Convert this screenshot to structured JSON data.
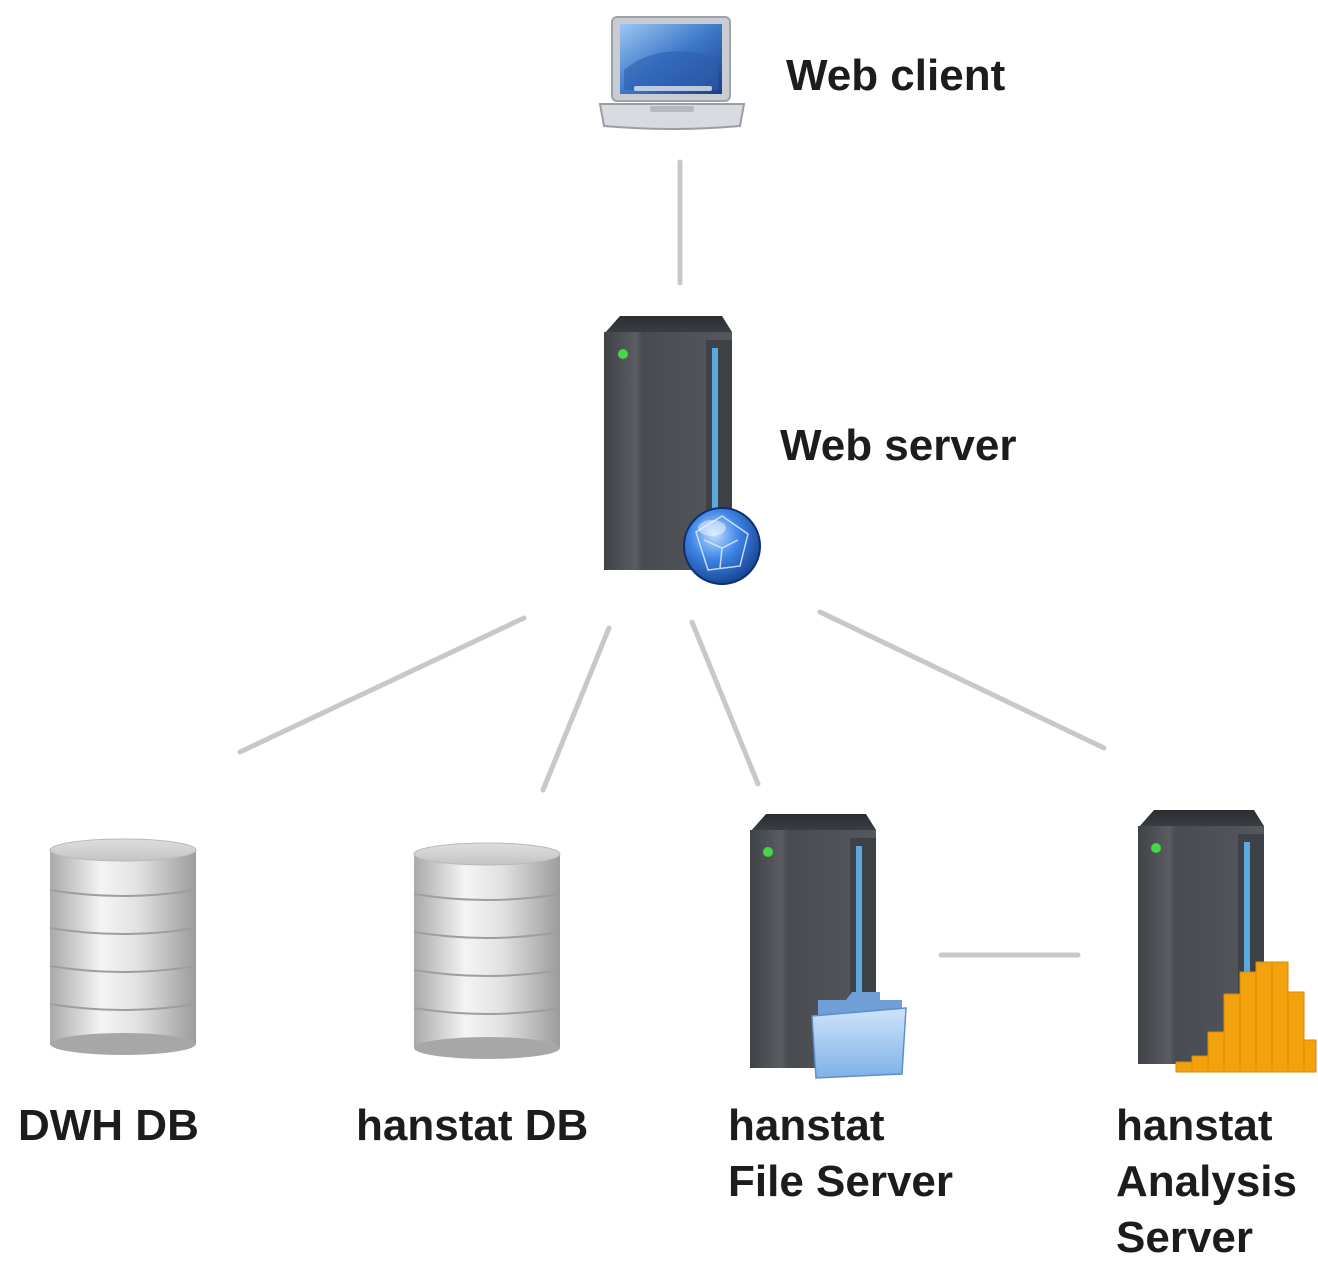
{
  "diagram": {
    "nodes": {
      "web_client": {
        "label": "Web client",
        "icon": "laptop-icon"
      },
      "web_server": {
        "label": "Web server",
        "icon": "server-globe-icon"
      },
      "dwh_db": {
        "label": "DWH DB",
        "icon": "database-icon"
      },
      "hanstat_db": {
        "label": "hanstat DB",
        "icon": "database-icon"
      },
      "file_server": {
        "lines": [
          "hanstat",
          "File Server"
        ],
        "icon": "server-folder-icon"
      },
      "analysis_server": {
        "lines": [
          "hanstat",
          "Analysis",
          "Server"
        ],
        "icon": "server-chart-icon"
      }
    },
    "connections": [
      [
        "web_client",
        "web_server"
      ],
      [
        "web_server",
        "dwh_db"
      ],
      [
        "web_server",
        "hanstat_db"
      ],
      [
        "web_server",
        "file_server"
      ],
      [
        "web_server",
        "analysis_server"
      ],
      [
        "file_server",
        "analysis_server"
      ]
    ],
    "colors": {
      "connector": "#c8c8c8",
      "server_body": "#4a4d52",
      "server_accent": "#5aa9e0",
      "database": "#cfcfcf",
      "chart": "#f2a20c",
      "globe": "#2d6fd6",
      "folder": "#8fc0ee"
    }
  }
}
